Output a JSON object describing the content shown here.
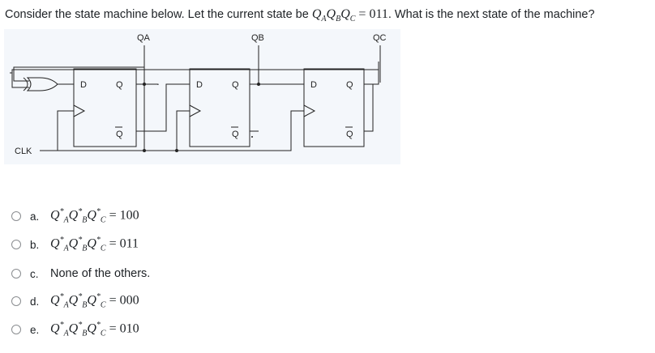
{
  "question": {
    "prefix": "Consider the state machine below. Let the current state be ",
    "state_expr": "QAQBQC = 011",
    "suffix": ". What is the next state of the machine?"
  },
  "circuit": {
    "labels": {
      "qa": "QA",
      "qb": "QB",
      "qc": "QC",
      "clk": "CLK"
    },
    "flipflops": [
      {
        "d": "D",
        "q": "Q",
        "qbar": "Q"
      },
      {
        "d": "D",
        "q": "Q",
        "qbar": "Q"
      },
      {
        "d": "D",
        "q": "Q",
        "qbar": "Q"
      }
    ]
  },
  "options": [
    {
      "letter": "a.",
      "value": "100",
      "is_expr": true
    },
    {
      "letter": "b.",
      "value": "011",
      "is_expr": true
    },
    {
      "letter": "c.",
      "text": "None of the others.",
      "is_expr": false
    },
    {
      "letter": "d.",
      "value": "000",
      "is_expr": true
    },
    {
      "letter": "e.",
      "value": "010",
      "is_expr": true
    }
  ]
}
